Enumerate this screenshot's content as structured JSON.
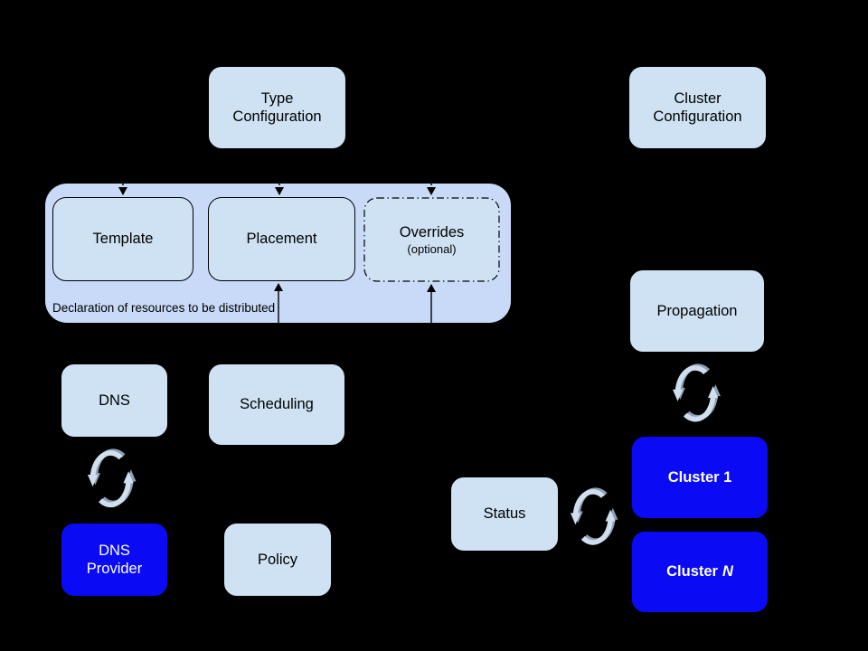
{
  "canvas": {
    "background": "#000000"
  },
  "colors": {
    "container_fill": "#c9daf8",
    "box_fill": "#cfe2f3",
    "box_border": "#000000",
    "blue_fill": "#0a0af5",
    "box_text": "#000000",
    "blue_text": "#ffffff",
    "sync_arrow_light": "#cfdfee",
    "sync_arrow_gray": "#8fa0b2",
    "edge_color": "#000000"
  },
  "nodes": {
    "type_config": {
      "lines": [
        "Type",
        "Configuration"
      ]
    },
    "cluster_config": {
      "lines": [
        "Cluster",
        "Configuration"
      ]
    },
    "template": {
      "label": "Template"
    },
    "placement": {
      "label": "Placement"
    },
    "overrides": {
      "label": "Overrides",
      "sublabel": "(optional)"
    },
    "dns": {
      "label": "DNS"
    },
    "scheduling": {
      "label": "Scheduling"
    },
    "dns_provider": {
      "lines": [
        "DNS",
        "Provider"
      ]
    },
    "policy": {
      "label": "Policy"
    },
    "propagation": {
      "label": "Propagation"
    },
    "status": {
      "label": "Status"
    },
    "cluster_1": {
      "label": "Cluster 1"
    },
    "cluster_n": {
      "prefix": "Cluster",
      "suffix": "N"
    }
  },
  "container": {
    "note": "Declaration of resources to be distributed"
  },
  "icons": {
    "sync": "circular-refresh-arrows"
  },
  "edges": [
    {
      "target": "template",
      "style": "dashed",
      "direction": "into-top"
    },
    {
      "target": "placement",
      "style": "dashed",
      "direction": "into-top"
    },
    {
      "target": "overrides",
      "style": "dashed",
      "direction": "into-top"
    },
    {
      "target": "placement",
      "style": "solid",
      "direction": "into-bottom"
    },
    {
      "target": "overrides",
      "style": "solid",
      "direction": "into-bottom"
    },
    {
      "between": [
        "dns",
        "dns_provider"
      ],
      "style": "sync"
    },
    {
      "between": [
        "propagation",
        "cluster_1"
      ],
      "style": "sync"
    },
    {
      "between": [
        "status",
        "cluster_1"
      ],
      "style": "sync"
    }
  ]
}
